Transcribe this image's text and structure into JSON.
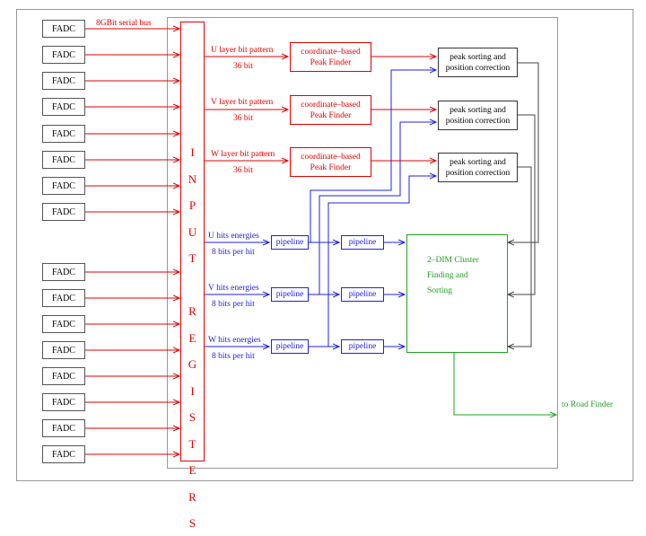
{
  "fadc_label": "FADC",
  "bus_label": "8GBit serial bus",
  "input_registers": [
    "I",
    "N",
    "P",
    "U",
    "T",
    "",
    "R",
    "E",
    "G",
    "I",
    "S",
    "T",
    "E",
    "R",
    "S"
  ],
  "layers": [
    {
      "pattern": "U layer bit pattern",
      "bits": "36 bit",
      "finder": [
        "coordinate–based",
        "Peak Finder"
      ],
      "energies": "U hits energies",
      "energy_bits": "8 bits per hit"
    },
    {
      "pattern": "V layer bit pattern",
      "bits": "36 bit",
      "finder": [
        "coordinate–based",
        "Peak Finder"
      ],
      "energies": "V hits energies",
      "energy_bits": "8 bits per hit"
    },
    {
      "pattern": "W layer bit pattern",
      "bits": "36 bit",
      "finder": [
        "coordinate–based",
        "Peak Finder"
      ],
      "energies": "W hits energies",
      "energy_bits": "8 bits per hit"
    }
  ],
  "peak_sort": [
    "peak sorting and",
    "position correction"
  ],
  "pipeline_label": "pipeline",
  "cluster": [
    "2–DIM Cluster",
    "Finding and",
    "Sorting"
  ],
  "output_label": "to Road Finder",
  "colors": {
    "red": "#e00000",
    "blue": "#2020e0",
    "green": "#20a020",
    "black": "#333333"
  }
}
